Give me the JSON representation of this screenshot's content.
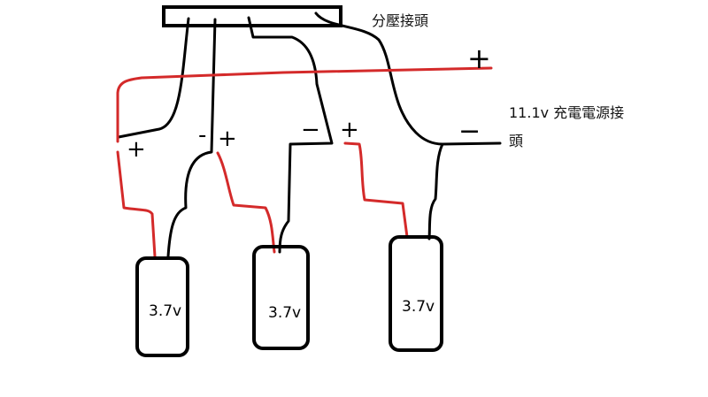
{
  "labels": {
    "balance_connector": "分壓接頭",
    "charge_connector_line1": "11.1v 充電電源接",
    "charge_connector_line2": "頭"
  },
  "signs": {
    "main_plus": "+",
    "b1_plus": "+",
    "b1_minus": "-",
    "b2_plus": "+",
    "b2_minus": "−",
    "b3_plus": "+",
    "main_minus": "−"
  },
  "batteries": [
    {
      "voltage": "3.7v"
    },
    {
      "voltage": "3.7v"
    },
    {
      "voltage": "3.7v"
    }
  ],
  "colors": {
    "positive_wire": "#d42a2a",
    "negative_wire": "#000000"
  }
}
